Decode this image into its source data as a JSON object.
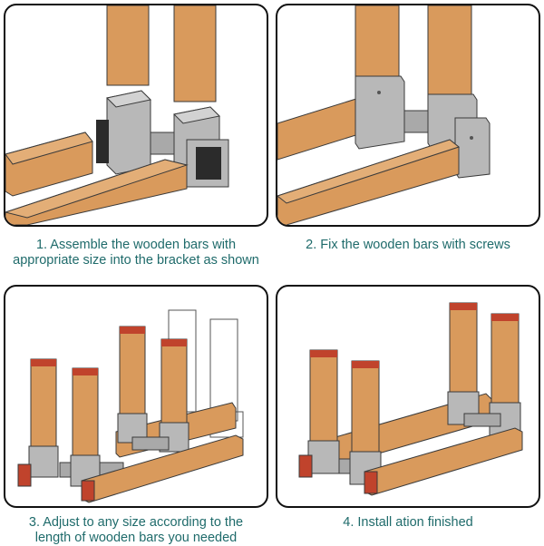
{
  "steps": [
    {
      "number": 1,
      "caption": "1. Assemble the wooden bars with\nappropriate size into the bracket as shown"
    },
    {
      "number": 2,
      "caption": "2. Fix the wooden bars with screws"
    },
    {
      "number": 3,
      "caption": "3. Adjust to any size according to the\nlength of wooden bars you needed"
    },
    {
      "number": 4,
      "caption": "4. Install ation finished"
    }
  ],
  "colors": {
    "wood": "#d99a5c",
    "wood_dark": "#c27f43",
    "wood_end": "#c0432c",
    "metal": "#b8b8b8",
    "metal_dark": "#8c8c8c",
    "outline": "#3a3a3a",
    "caption": "#1f6b6b",
    "border": "#111111"
  }
}
